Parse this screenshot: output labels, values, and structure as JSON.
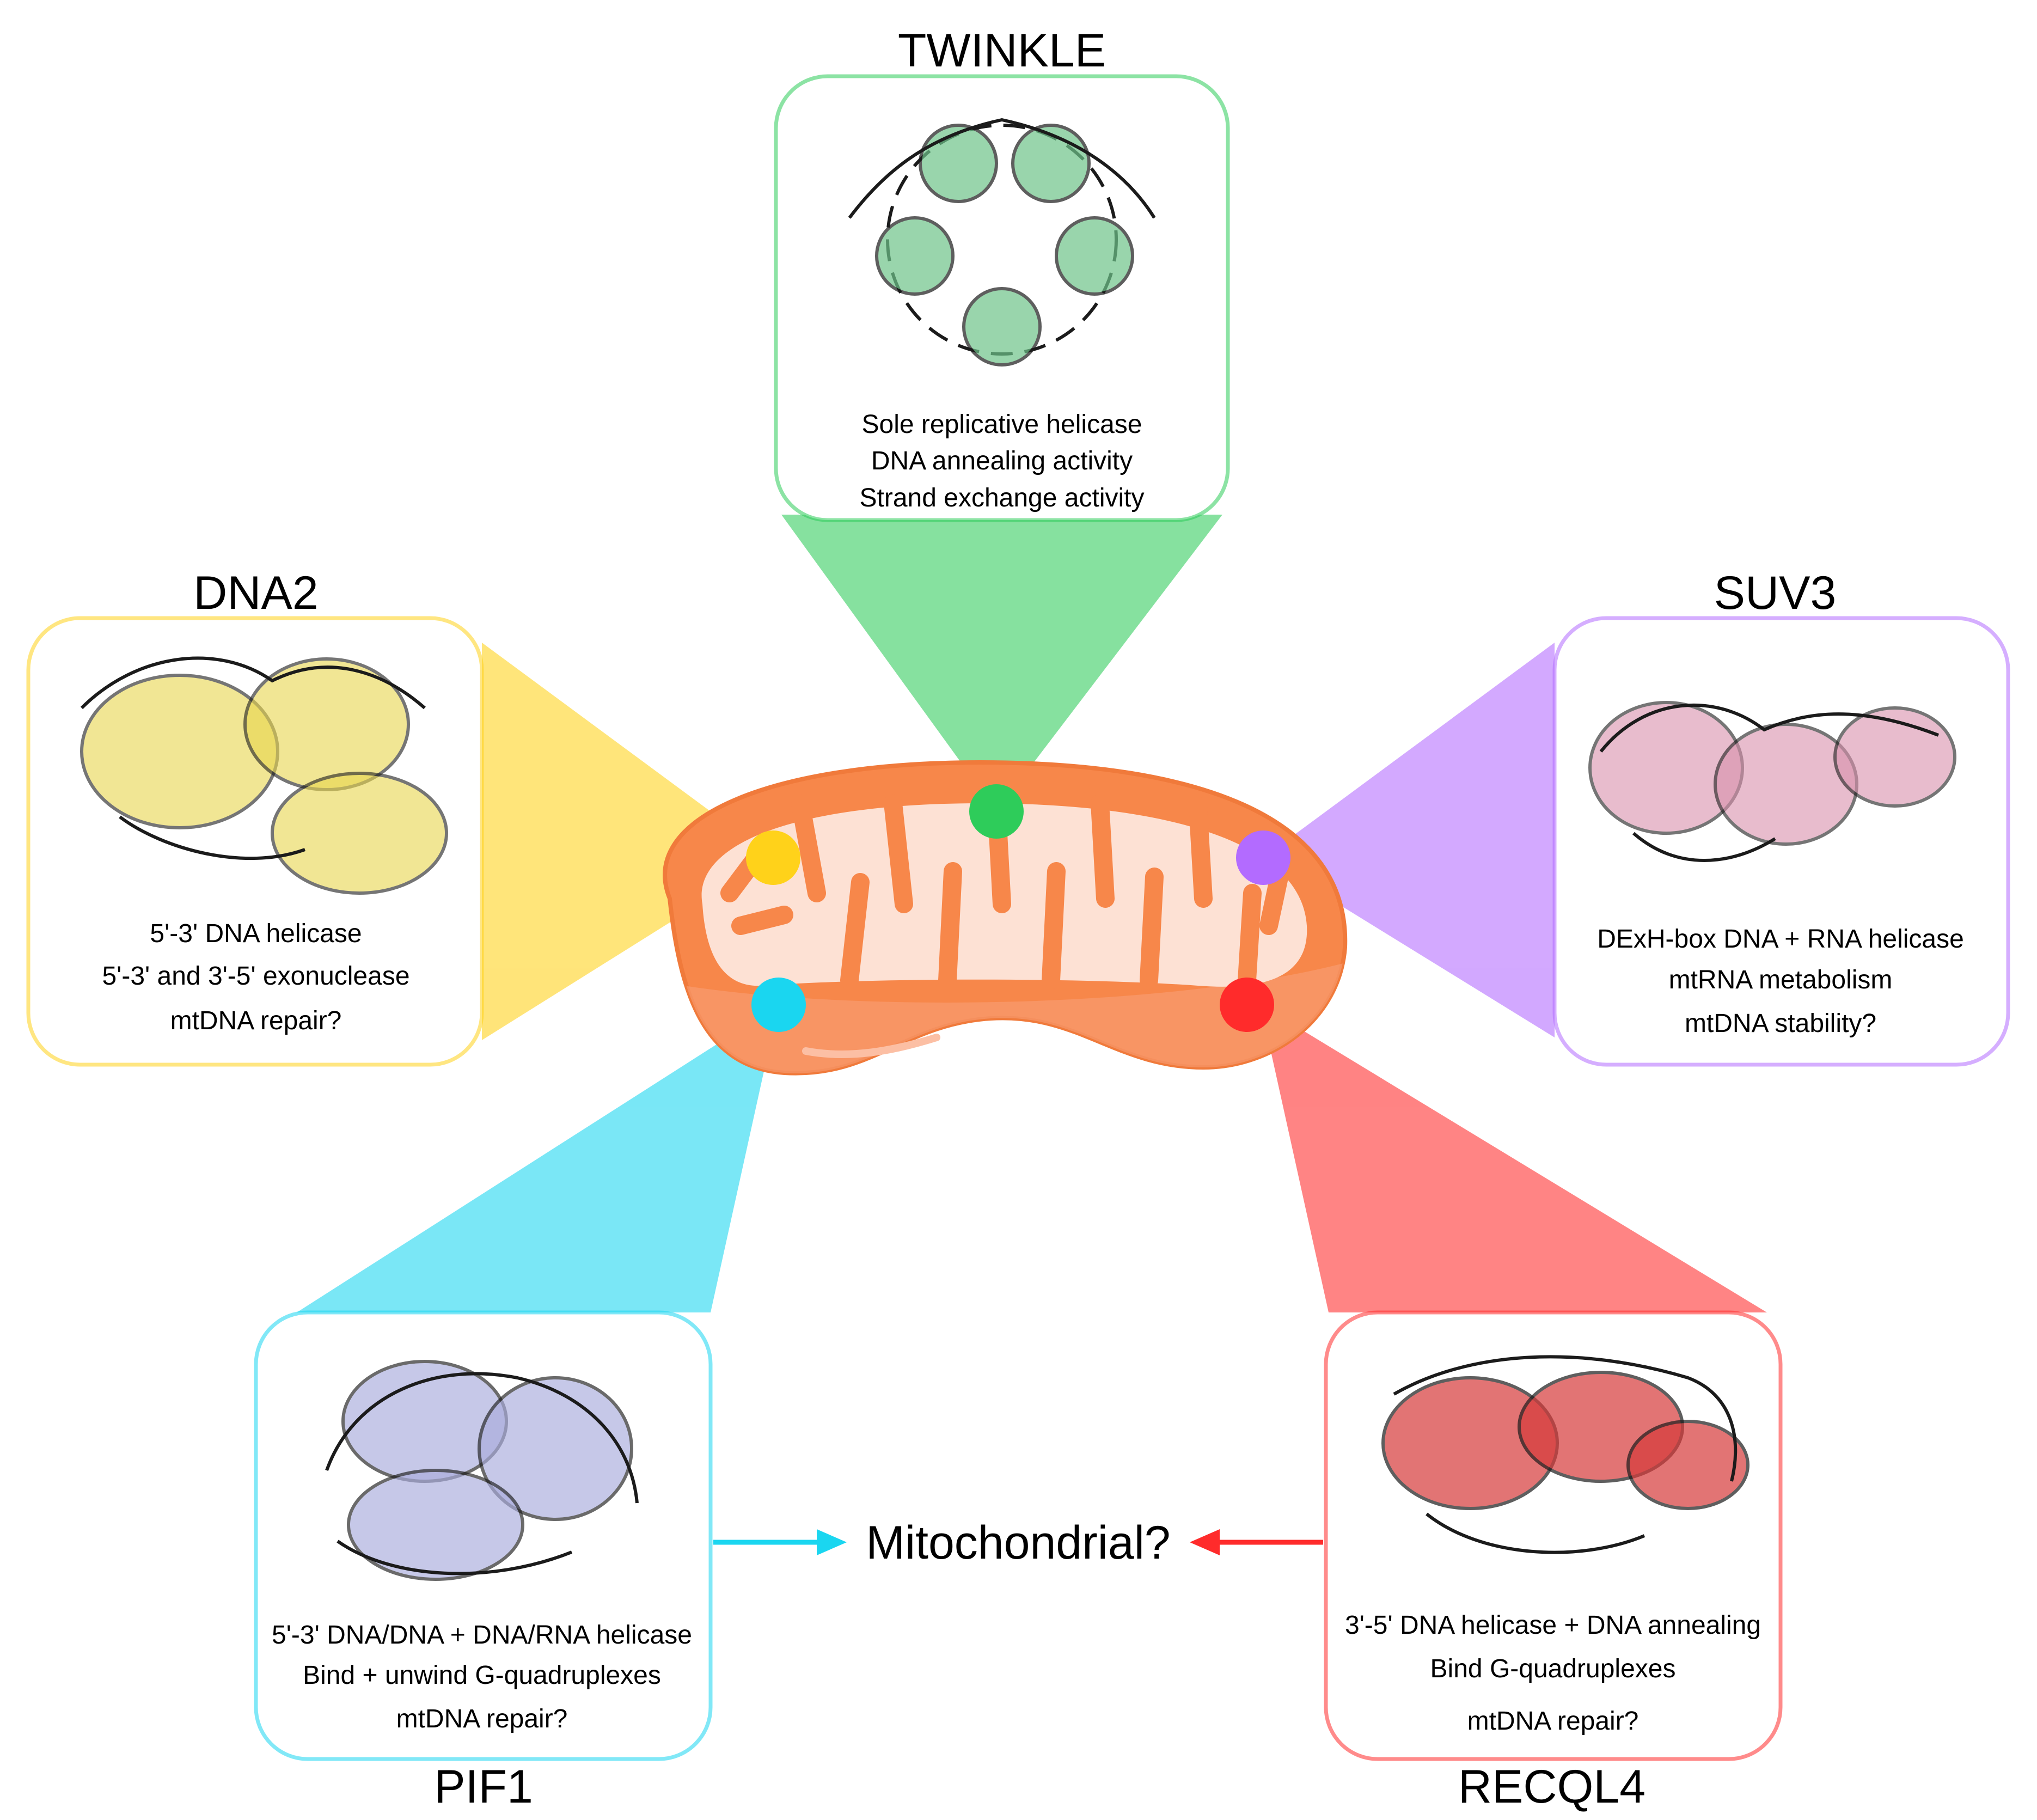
{
  "center_label": "Mitochondrial?",
  "colors": {
    "twinkle": "#2ecc5a",
    "dna2": "#ffd21a",
    "suv3": "#b36bff",
    "pif1": "#1ad6f0",
    "recql4": "#ff2b2b",
    "mito_outer": "#f7874a",
    "mito_inner": "#fde1d4"
  },
  "proteins": [
    {
      "key": "twinkle",
      "name": "TWINKLE",
      "structure_icon": "hexameric-helicase-structure",
      "lines": [
        "Sole replicative helicase",
        "DNA annealing activity",
        "Strand exchange activity"
      ]
    },
    {
      "key": "dna2",
      "name": "DNA2",
      "structure_icon": "helicase-nuclease-structure",
      "lines": [
        "5'-3' DNA helicase",
        "5'-3' and 3'-5' exonuclease",
        "mtDNA repair?"
      ]
    },
    {
      "key": "suv3",
      "name": "SUV3",
      "structure_icon": "dexh-box-helicase-structure",
      "lines": [
        "DExH-box DNA + RNA helicase",
        "mtRNA metabolism",
        "mtDNA stability?"
      ]
    },
    {
      "key": "pif1",
      "name": "PIF1",
      "structure_icon": "pif1-helicase-structure",
      "lines": [
        "5'-3' DNA/DNA + DNA/RNA helicase",
        "Bind + unwind G-quadruplexes",
        "mtDNA repair?"
      ]
    },
    {
      "key": "recql4",
      "name": "RECQL4",
      "structure_icon": "recq-helicase-structure",
      "lines": [
        "3'-5' DNA helicase + DNA annealing",
        "Bind G-quadruplexes",
        "mtDNA repair?"
      ]
    }
  ]
}
